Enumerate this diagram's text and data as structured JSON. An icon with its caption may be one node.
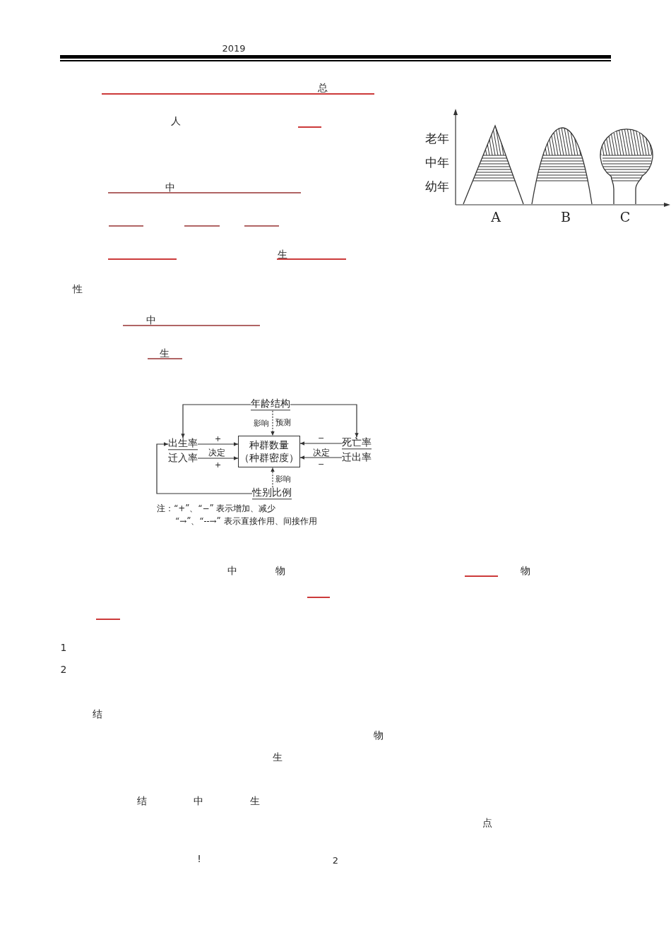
{
  "diagram": {
    "nodes": [
      {
        "text": [
          "年龄结构"
        ]
      },
      {
        "text": [
          "出生率"
        ]
      },
      {
        "text": [
          "迁入率"
        ]
      },
      {
        "text": [
          "种群数量",
          "（种群密度）"
        ]
      },
      {
        "text": [
          "死亡率"
        ]
      },
      {
        "text": [
          "迁出率"
        ]
      },
      {
        "text": [
          "性别比例"
        ]
      }
    ],
    "edges": [
      {
        "from": 0,
        "to": 1,
        "arrow": "to"
      },
      {
        "from": 0,
        "to": 4,
        "arrow": "to"
      },
      {
        "from": 0,
        "to": 3,
        "arrow": "to",
        "style": "dashed",
        "label": "影响"
      },
      {
        "from": 1,
        "to": 3,
        "arrow": "to",
        "label": "+"
      },
      {
        "from": 2,
        "to": 3,
        "arrow": "to",
        "label": "+"
      },
      {
        "from": 4,
        "to": 3,
        "arrow": "to",
        "label": "−"
      },
      {
        "from": 5,
        "to": 3,
        "arrow": "to",
        "label": "−"
      },
      {
        "from": 6,
        "to": 3,
        "arrow": "to",
        "style": "dashed",
        "label": "影响"
      },
      {
        "from": 6,
        "to": 1,
        "arrow": "to"
      }
    ],
    "labels": [
      "2019",
      "总",
      "人",
      "老年",
      "中年",
      "幼年",
      "A",
      "B",
      "C",
      "中",
      "生",
      "性",
      "中",
      "生",
      "预测",
      "决定",
      "决定",
      "注：“+”、“−” 表示增加、减少",
      "“→”、“--→” 表示直接作用、间接作用",
      "中",
      "物",
      "物",
      "1",
      "2",
      "结",
      "物",
      "生",
      "结",
      "中",
      "生",
      "点",
      "!",
      "2"
    ]
  }
}
